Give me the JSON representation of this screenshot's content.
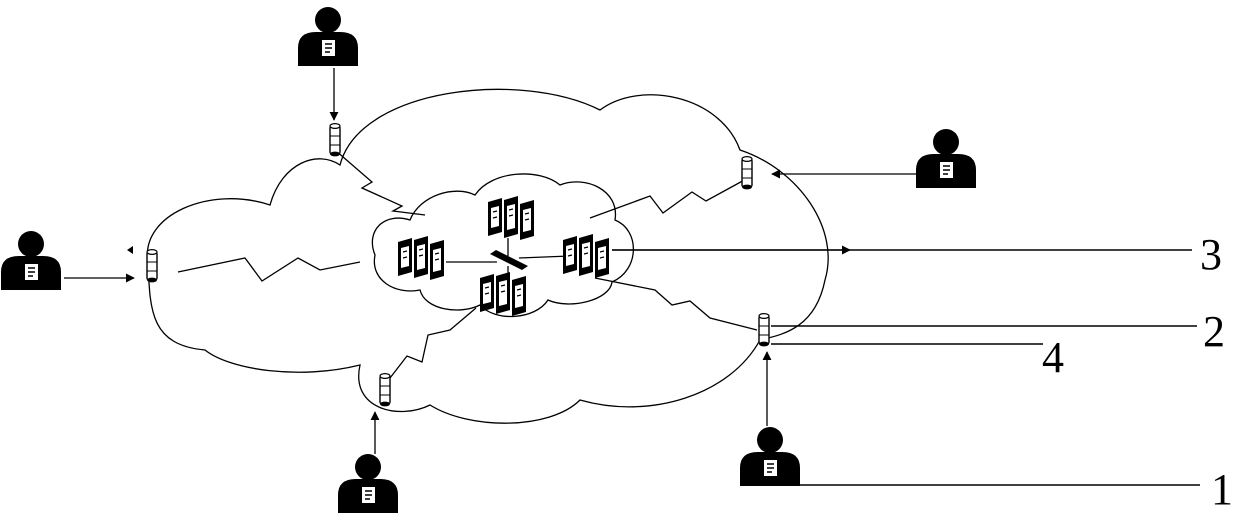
{
  "diagram": {
    "labels": {
      "user_terminal": "1",
      "access_point": "2",
      "server_cluster": "3",
      "wireless_network": "4"
    },
    "colors": {
      "ink": "#000000",
      "background": "#ffffff"
    },
    "icons": [
      "user-icon",
      "access-point-icon",
      "server-icon",
      "switch-icon",
      "wireless-link-icon",
      "cloud-icon"
    ]
  }
}
